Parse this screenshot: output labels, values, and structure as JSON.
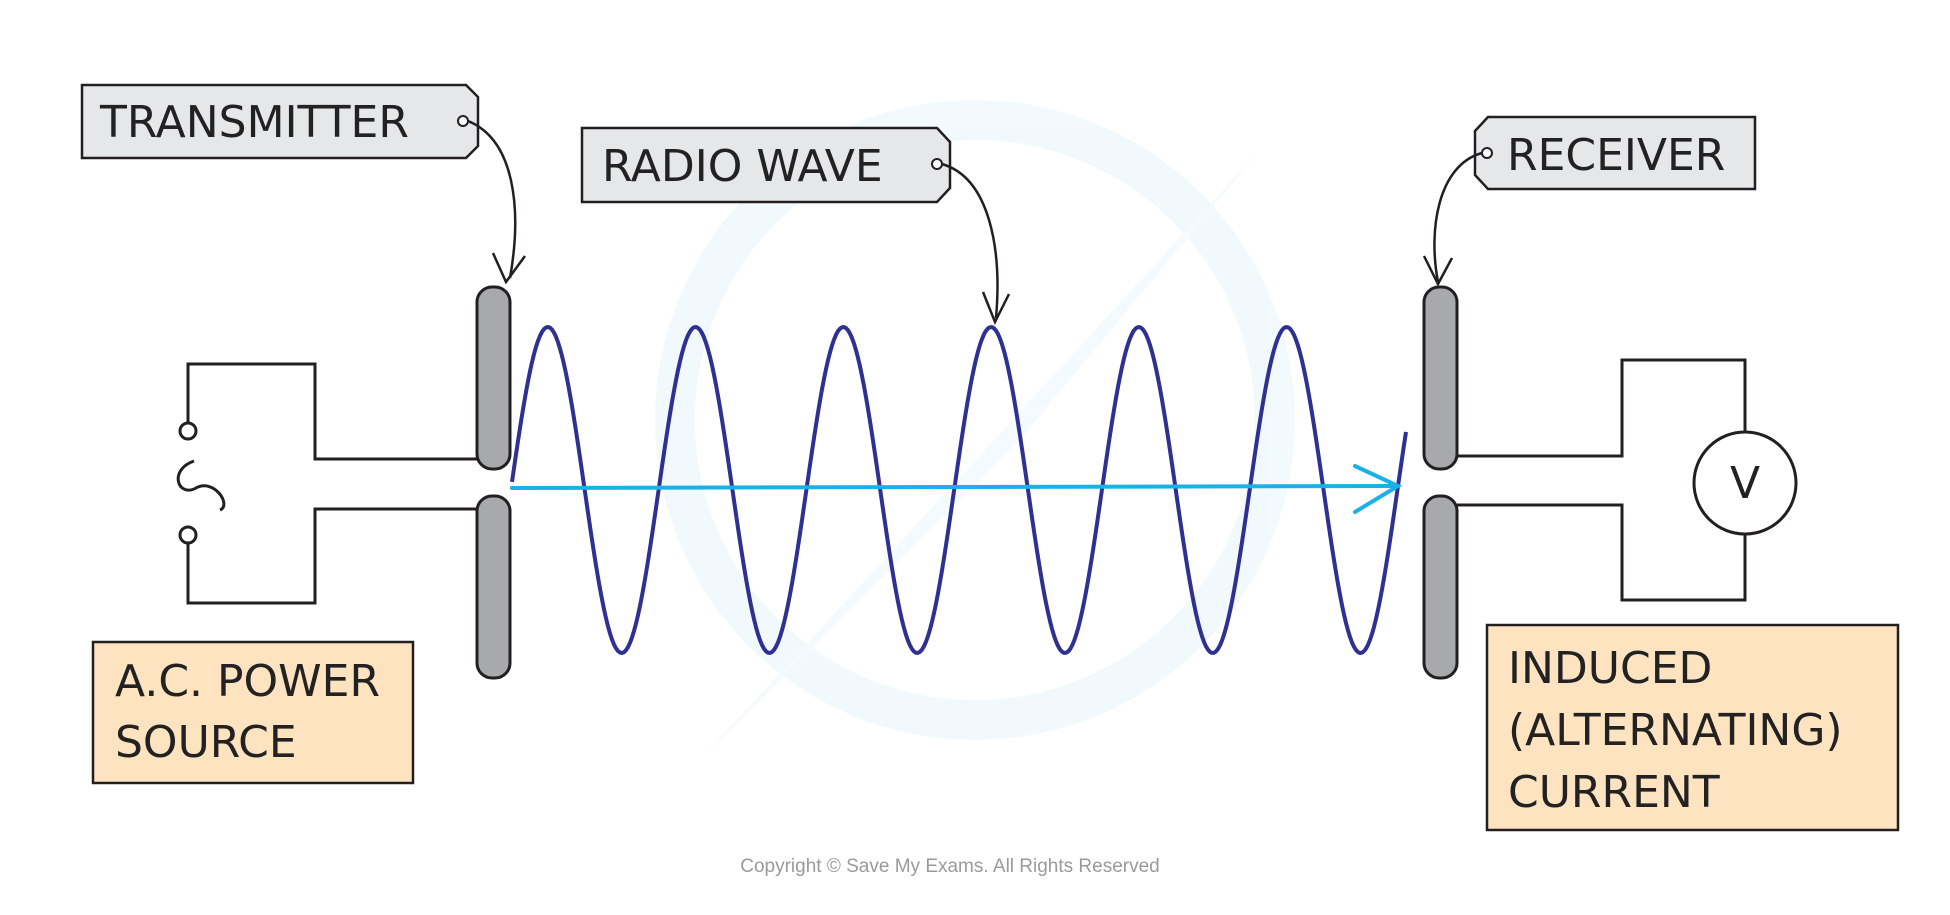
{
  "labels": {
    "transmitter": "TRANSMITTER",
    "radio_wave": "RADIO WAVE",
    "receiver": "RECEIVER",
    "ac_source_line1": "A.C. POWER",
    "ac_source_line2": "SOURCE",
    "induced_line1": "INDUCED",
    "induced_line2": "(ALTERNATING)",
    "induced_line3": "CURRENT",
    "voltmeter": "V",
    "ac_symbol": "~"
  },
  "copyright": "Copyright © Save My Exams. All Rights Reserved",
  "colors": {
    "wave": "#2e3192",
    "arrow": "#1ab0e8",
    "tag_fill": "#e6e7e8",
    "box_fill": "#fde3c0",
    "antenna_fill": "#a7a9ac",
    "line": "#231f20",
    "watermark": "#eaf6fb"
  }
}
